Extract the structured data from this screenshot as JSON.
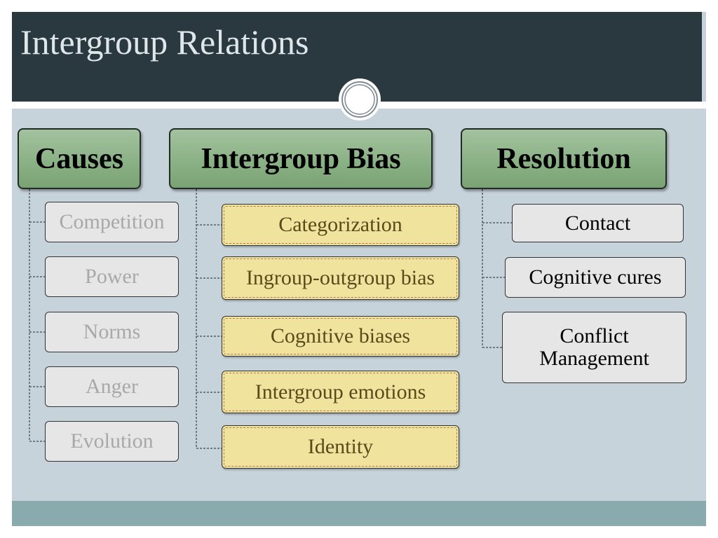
{
  "title": "Intergroup Relations",
  "colors": {
    "title_bar": "#2a3840",
    "slide_background": "#c7d3da",
    "footer_bar": "#8aabad",
    "header_fill": "#8bb186",
    "bias_fill": "#efe39e",
    "neutral_fill": "#e6e6e6"
  },
  "columns": {
    "causes": {
      "header": "Causes",
      "items": [
        "Competition",
        "Power",
        "Norms",
        "Anger",
        "Evolution"
      ]
    },
    "bias": {
      "header": "Intergroup Bias",
      "items": [
        "Categorization",
        "Ingroup-outgroup bias",
        "Cognitive biases",
        "Intergroup emotions",
        "Identity"
      ]
    },
    "resolution": {
      "header": "Resolution",
      "items": [
        "Contact",
        "Cognitive cures",
        "Conflict Management"
      ]
    }
  }
}
